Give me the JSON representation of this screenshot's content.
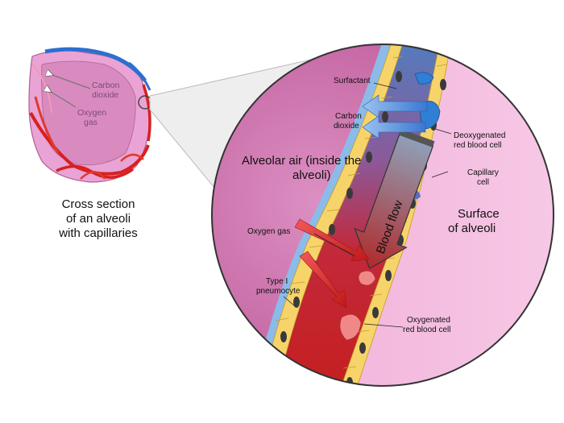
{
  "caption": {
    "line1": "Cross section",
    "line2": "of an alveoli",
    "line3": "with capillaries"
  },
  "small_labels": {
    "carbon_dioxide_1": "Carbon",
    "carbon_dioxide_2": "dioxide",
    "oxygen_gas_1": "Oxygen",
    "oxygen_gas_2": "gas"
  },
  "labels": {
    "surfactant": "Surfactant",
    "carbon_dioxide_1": "Carbon",
    "carbon_dioxide_2": "dioxide",
    "deoxygenated_1": "Deoxygenated",
    "deoxygenated_2": "red blood cell",
    "capillary_1": "Capillary",
    "capillary_2": "cell",
    "alveolar_air_1": "Alveolar air (inside the",
    "alveolar_air_2": "alveoli)",
    "blood_flow": "Blood flow",
    "surface_1": "Surface",
    "surface_2": "of alveoli",
    "oxygen_gas": "Oxygen gas",
    "type_i_1": "Type I",
    "type_i_2": "pneumocyte",
    "oxygenated_1": "Oxygenated",
    "oxygenated_2": "red blood cell"
  },
  "colors": {
    "alveolus_pink": "#e79ad0",
    "alveolar_dark": "#9a3a6a",
    "capillary_red": "#d42a2a",
    "deoxy_blue": "#2f7fd4",
    "cell_yellow": "#f6d365",
    "surfactant_blue": "#7fb3e6"
  }
}
